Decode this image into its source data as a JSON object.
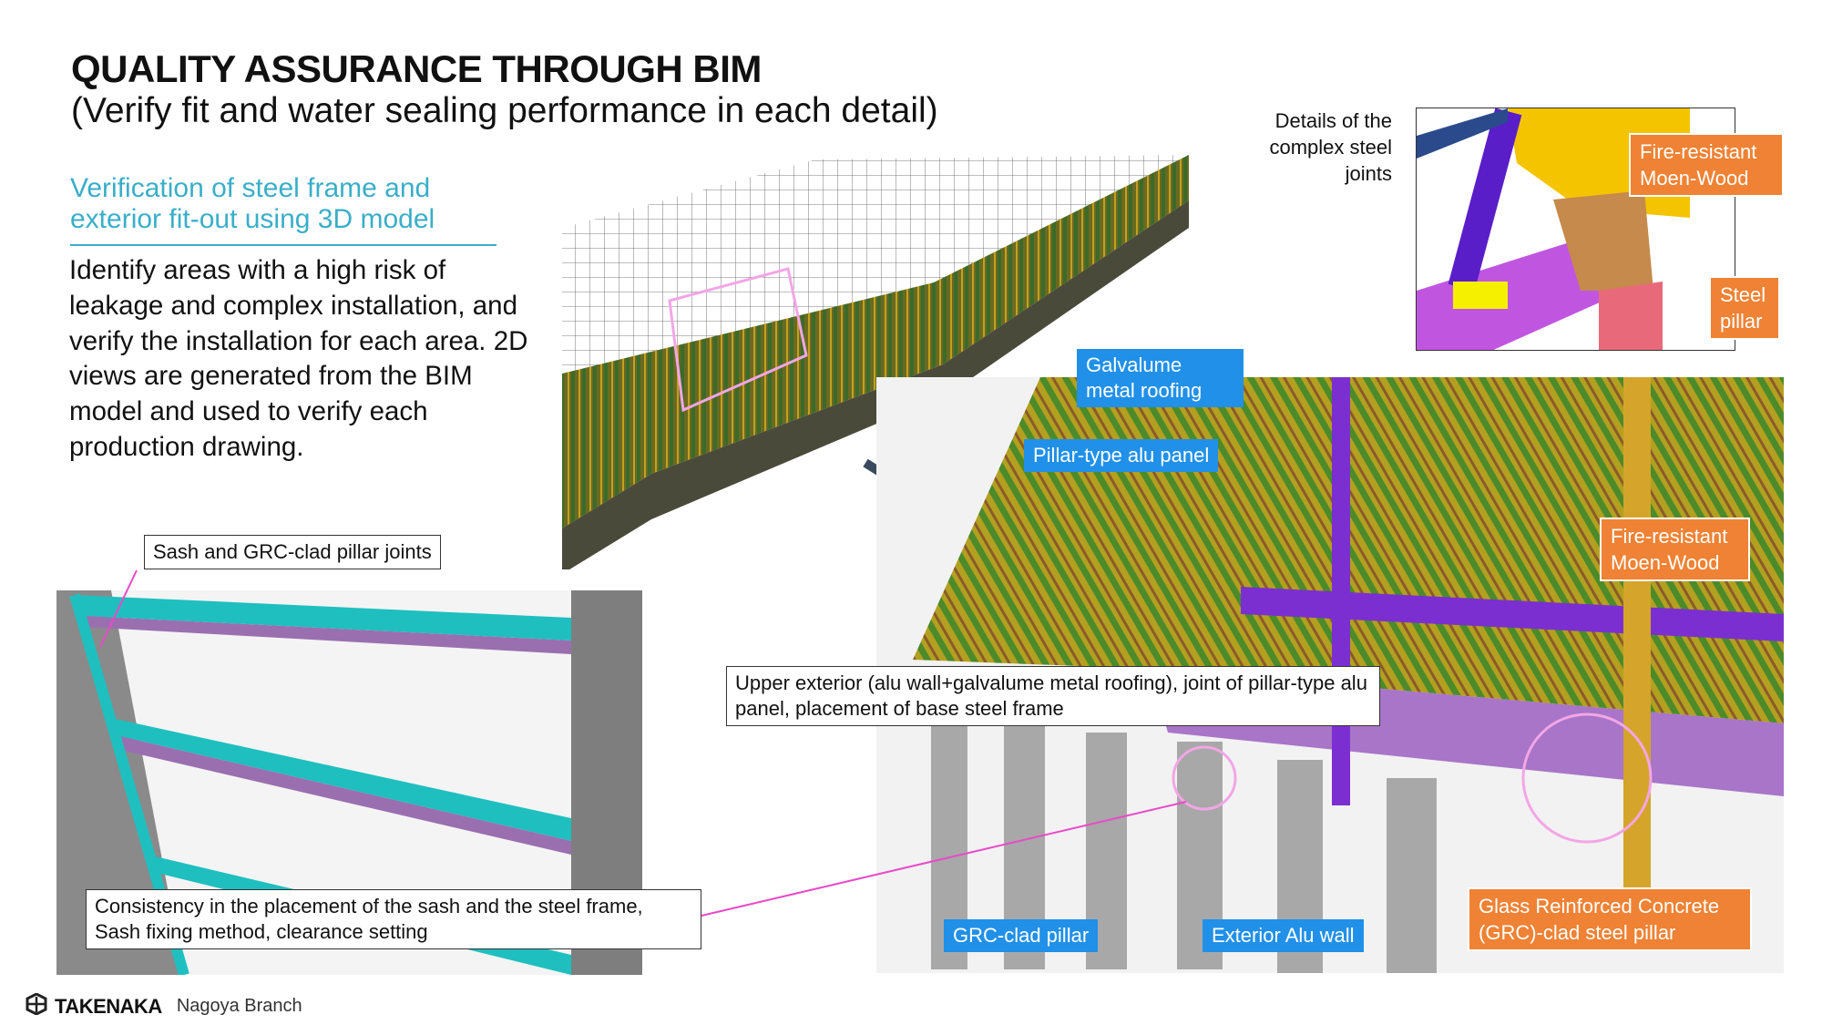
{
  "header": {
    "title": "QUALITY ASSURANCE THROUGH BIM",
    "subtitle": "(Verify fit and water sealing performance in each detail)"
  },
  "left": {
    "heading": "Verification of steel frame and exterior fit-out using 3D model",
    "body": "Identify areas with a high risk of leakage and complex installation, and verify the installation for each area. 2D views are generated from the BIM model and used to verify each production drawing."
  },
  "detail_caption": "Details of the complex steel joints",
  "labels": {
    "sash_joints": "Sash and GRC-clad pillar joints",
    "consistency": "Consistency in the placement of the sash and the steel frame, Sash fixing method, clearance setting",
    "upper_exterior": "Upper exterior (alu wall+galvalume metal roofing), joint of pillar-type alu panel, placement of base steel frame",
    "galvalume": "Galvalume metal roofing",
    "pillar_panel": "Pillar-type alu panel",
    "moen_wood_top": "Fire-resistant Moen-Wood",
    "steel_pillar": "Steel pillar",
    "moen_wood_mid": "Fire-resistant Moen-Wood",
    "grc_pillar": "GRC-clad pillar",
    "alu_wall": "Exterior Alu wall",
    "grc_steel": "Glass Reinforced Concrete (GRC)-clad steel pillar"
  },
  "footer": {
    "brand": "TAKENAKA",
    "branch": "Nagoya Branch"
  },
  "colors": {
    "accent": "#3aaec8",
    "blue_label": "#2190e8",
    "orange_label": "#ef8234"
  }
}
